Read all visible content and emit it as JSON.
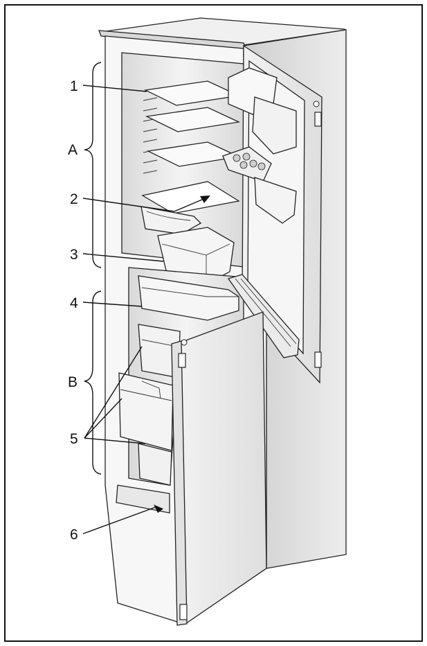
{
  "diagram": {
    "subject": "refrigerator-freezer",
    "callouts": {
      "section_a": "A",
      "section_b": "B",
      "c1": "1",
      "c2": "2",
      "c3": "3",
      "c4": "4",
      "c5": "5",
      "c6": "6"
    },
    "colors": {
      "line": "#111111",
      "cabinet_side": "#e3e3e3",
      "inner_shade": "#d6d6d6",
      "door": "#ececec",
      "background": "#ffffff"
    }
  }
}
